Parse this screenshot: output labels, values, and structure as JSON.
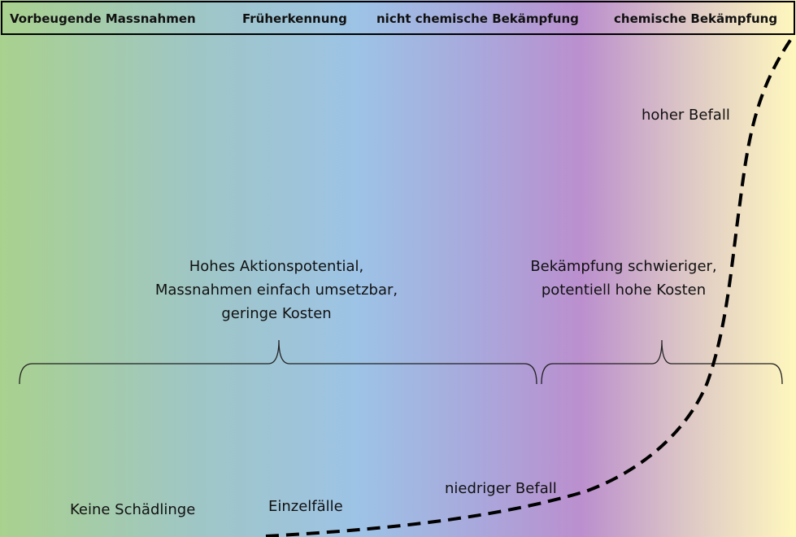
{
  "header": {
    "phases": [
      "Vorbeugende  Massnahmen",
      "Früherkennung",
      "nicht chemische Bekämpfung",
      "chemische Bekämpfung"
    ]
  },
  "annotations": {
    "left_brace": [
      "Hohes Aktionspotential,",
      "Massnahmen einfach umsetzbar,",
      "geringe Kosten"
    ],
    "right_brace": [
      "Bekämpfung schwieriger,",
      "potentiell hohe Kosten"
    ]
  },
  "curve_labels": {
    "none": "Keine Schädlinge",
    "single": "Einzelfälle",
    "low": "niedriger Befall",
    "high": "hoher Befall"
  },
  "colors": {
    "green": "#a9d18e",
    "blue": "#9dc3e6",
    "purple": "#bb8fce",
    "yellow": "#fff8be"
  }
}
